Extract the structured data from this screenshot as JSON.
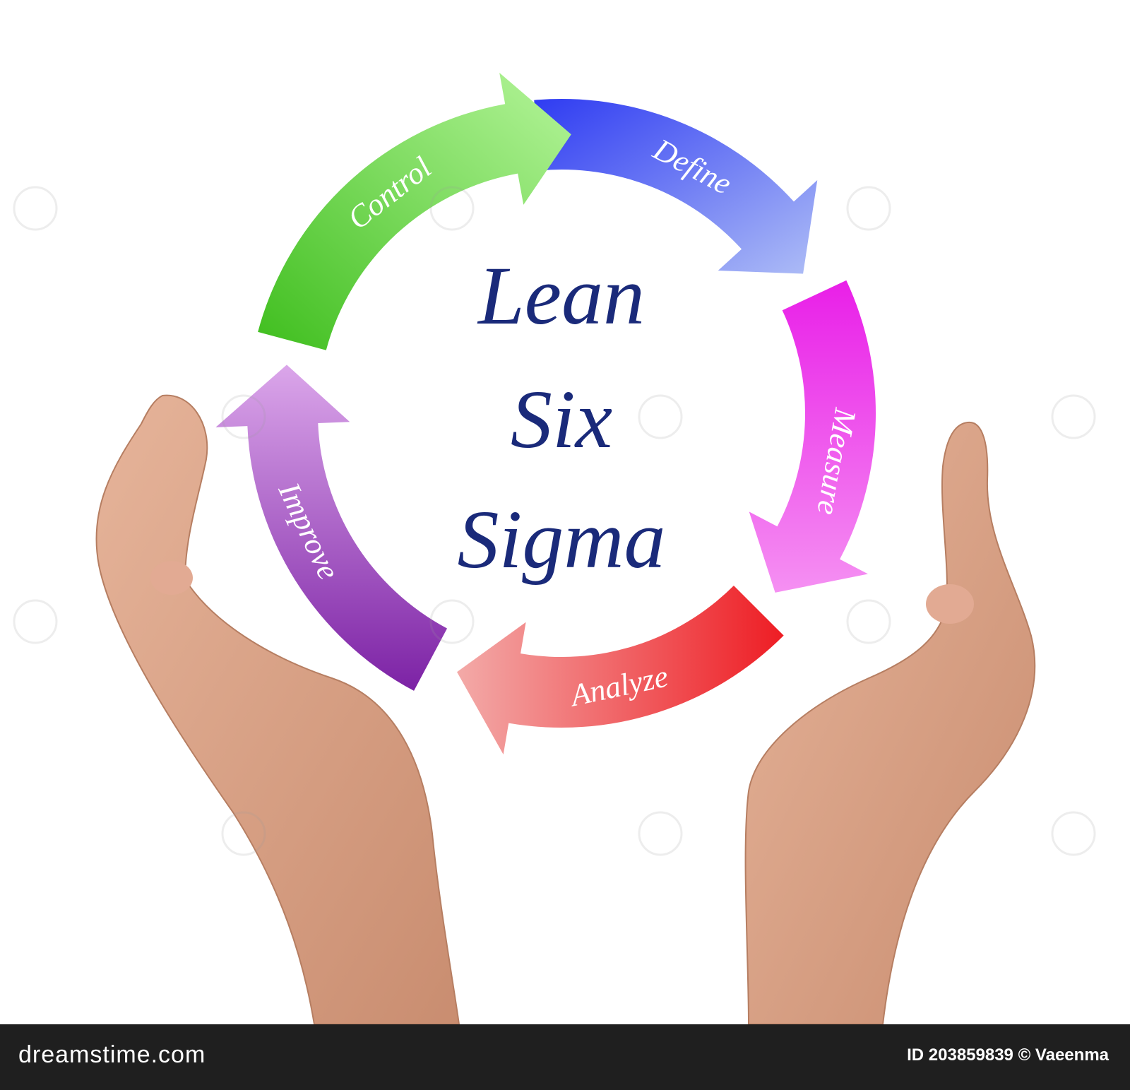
{
  "diagram": {
    "title_lines": [
      "Lean",
      "Six",
      "Sigma"
    ],
    "steps": [
      {
        "label": "Define",
        "color": "#3a46f0"
      },
      {
        "label": "Measure",
        "color": "#ee3ff0"
      },
      {
        "label": "Analyze",
        "color": "#ef2a33"
      },
      {
        "label": "Improve",
        "color": "#9b3fbf"
      },
      {
        "label": "Control",
        "color": "#5dcc3a"
      }
    ]
  },
  "footer": {
    "brand": "dreamstime.com",
    "credit": "ID 203859839 © Vaeenma"
  }
}
